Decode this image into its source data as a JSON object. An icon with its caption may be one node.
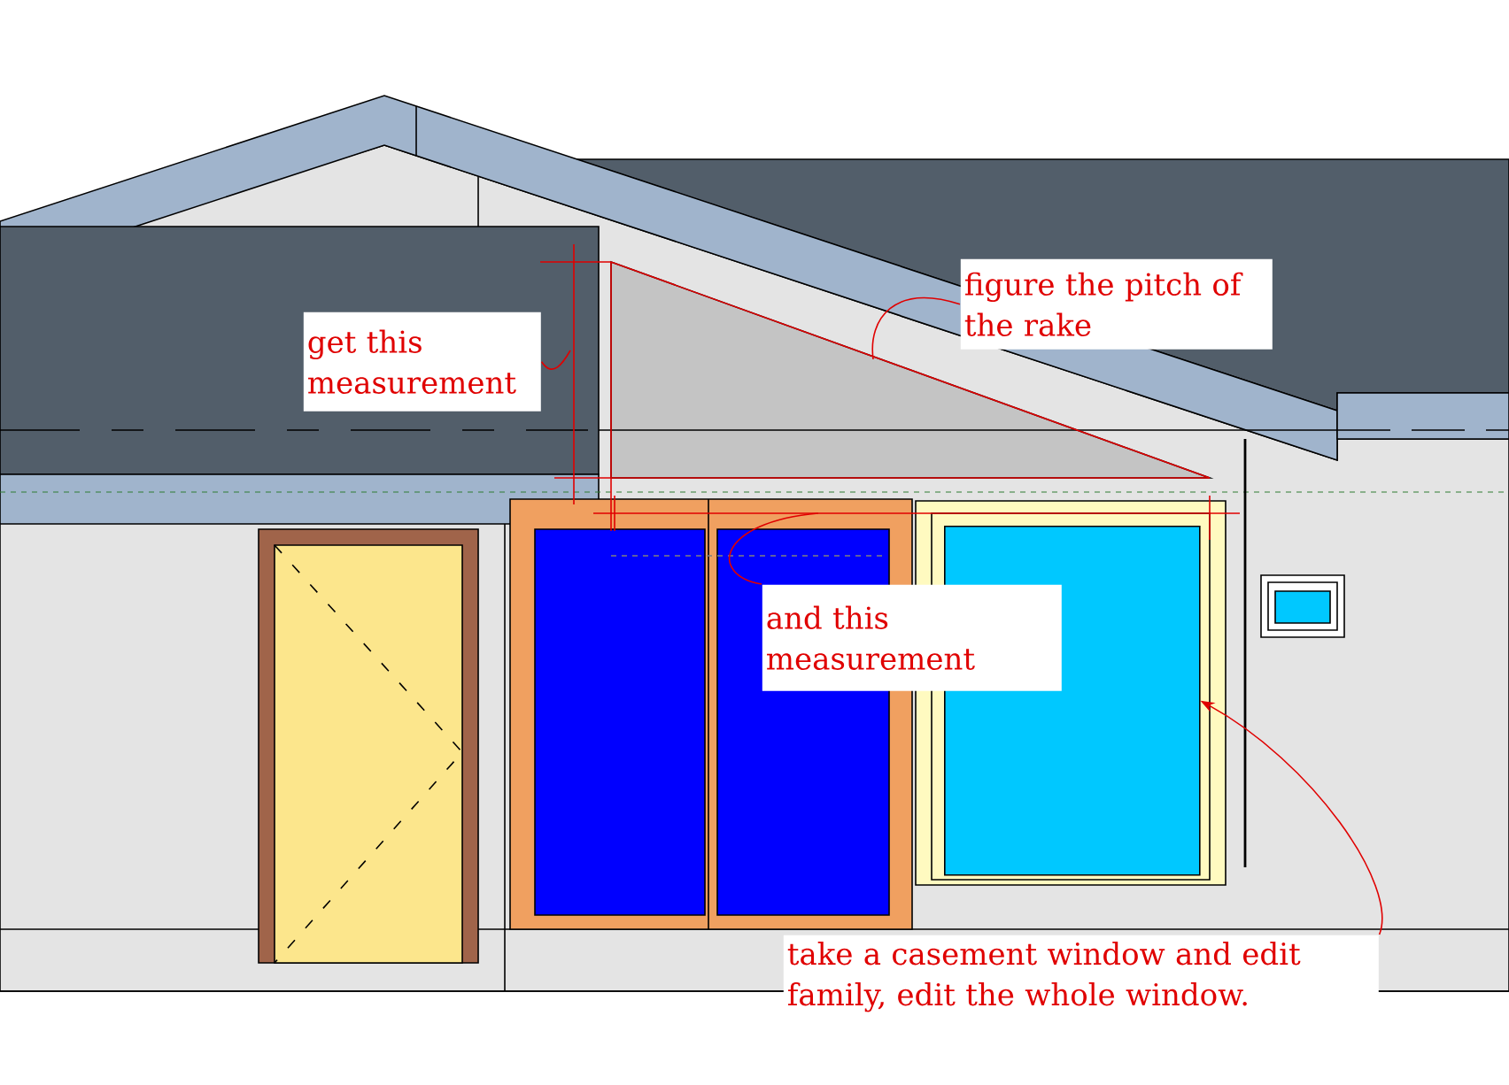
{
  "diagram": {
    "nodes": [
      {
        "text": [
          "get this measurement"
        ]
      },
      {
        "text": [
          "figure the pitch of the rake"
        ]
      },
      {
        "text": [
          "and this measurement"
        ]
      },
      {
        "text": [
          "take a casement window and edit family, edit the whole window."
        ]
      },
      {
        "text": [],
        "shape": "box"
      }
    ],
    "edges": [
      {
        "from": 0,
        "to": null,
        "arrow": "none"
      },
      {
        "from": 1,
        "to": null,
        "arrow": "none"
      },
      {
        "from": 2,
        "to": null,
        "arrow": "none"
      },
      {
        "from": 3,
        "to": 4,
        "arrow": "to"
      }
    ]
  }
}
